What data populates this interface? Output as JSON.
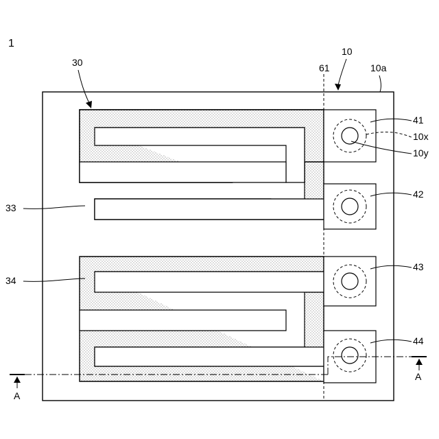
{
  "figure_label": "1",
  "labels": {
    "substrate": "10",
    "substrate_surface": "10a",
    "cut_line": "61",
    "heater": "30",
    "heater_a": "33",
    "heater_b": "34",
    "terminal_1": "41",
    "terminal_2": "42",
    "terminal_3": "43",
    "terminal_4": "44",
    "via_outer": "10x",
    "via_inner": "10y",
    "section_left": "A",
    "section_right": "A"
  }
}
